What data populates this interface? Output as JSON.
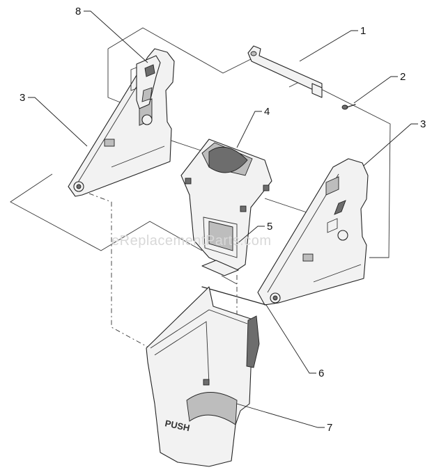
{
  "watermark": "eReplacementParts.com",
  "bucket_text": "PUSH",
  "callouts": [
    {
      "id": "callout-1",
      "label": "1"
    },
    {
      "id": "callout-2",
      "label": "2"
    },
    {
      "id": "callout-3-left",
      "label": "3"
    },
    {
      "id": "callout-3-right",
      "label": "3"
    },
    {
      "id": "callout-4",
      "label": "4"
    },
    {
      "id": "callout-5",
      "label": "5"
    },
    {
      "id": "callout-6",
      "label": "6"
    },
    {
      "id": "callout-7",
      "label": "7"
    },
    {
      "id": "callout-8",
      "label": "8"
    }
  ]
}
